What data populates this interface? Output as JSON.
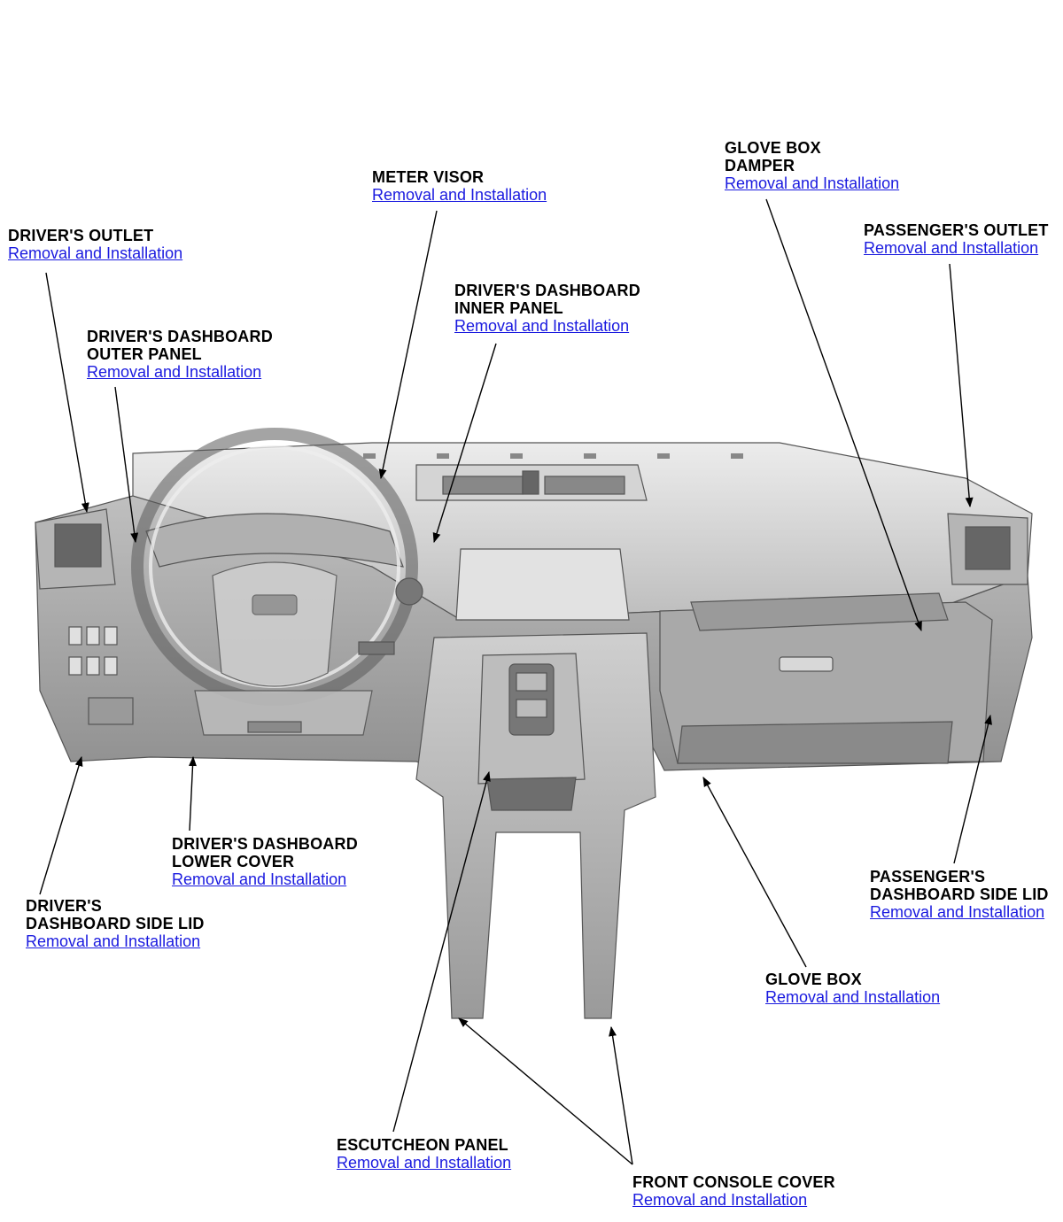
{
  "theme": {
    "link_color": "#1a1adf",
    "label_color": "#000000",
    "dash_fill": "#c9c9c9",
    "dash_light": "#e6e6e6",
    "dash_dark": "#7a7a7a",
    "background": "#ffffff"
  },
  "callouts": {
    "drivers_outlet": {
      "title": "DRIVER'S OUTLET",
      "link": "Removal and Installation"
    },
    "meter_visor": {
      "title": "METER VISOR",
      "link": "Removal and Installation"
    },
    "glove_box_damper": {
      "title_line1": "GLOVE BOX",
      "title_line2": "DAMPER",
      "link": "Removal and Installation"
    },
    "passengers_outlet": {
      "title": "PASSENGER'S OUTLET",
      "link": "Removal and Installation"
    },
    "drivers_dashboard_inner_panel": {
      "title_line1": "DRIVER'S DASHBOARD",
      "title_line2": "INNER PANEL",
      "link": "Removal and Installation"
    },
    "drivers_dashboard_outer_panel": {
      "title_line1": "DRIVER'S DASHBOARD",
      "title_line2": "OUTER PANEL",
      "link": "Removal and Installation"
    },
    "drivers_dashboard_lower_cover": {
      "title_line1": "DRIVER'S DASHBOARD",
      "title_line2": "LOWER COVER",
      "link": "Removal and Installation"
    },
    "drivers_dashboard_side_lid": {
      "title_line1": "DRIVER'S",
      "title_line2": "DASHBOARD SIDE LID",
      "link": "Removal and Installation"
    },
    "passengers_dashboard_side_lid": {
      "title_line1": "PASSENGER'S",
      "title_line2": "DASHBOARD SIDE LID",
      "link": "Removal and Installation"
    },
    "glove_box": {
      "title": "GLOVE BOX",
      "link": "Removal and Installation"
    },
    "escutcheon_panel": {
      "title": "ESCUTCHEON PANEL",
      "link": "Removal and Installation"
    },
    "front_console_cover": {
      "title": "FRONT CONSOLE COVER",
      "link": "Removal and Installation"
    }
  }
}
